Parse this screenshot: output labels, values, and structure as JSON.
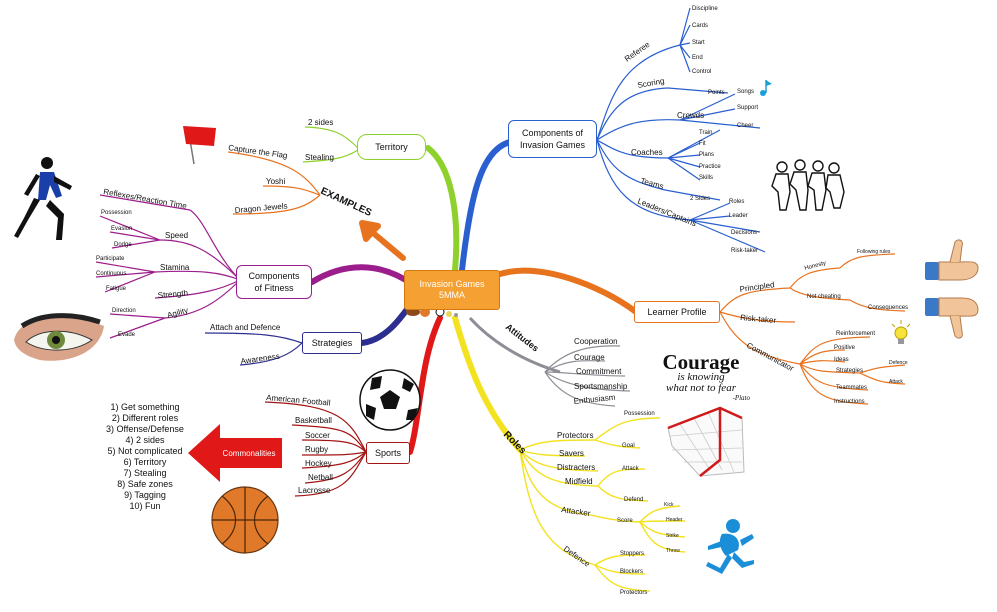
{
  "central": {
    "line1": "Invasion Games",
    "line2": "5MMA"
  },
  "nodes": {
    "components_games": {
      "line1": "Components of",
      "line2": "Invasion Games"
    },
    "territory": "Territory",
    "components_fitness": {
      "line1": "Components",
      "line2": "of Fitness"
    },
    "strategies": "Strategies",
    "sports": "Sports",
    "learner_profile": "Learner Profile",
    "examples": "EXAMPLES",
    "attitudes": "Attitudes",
    "roles": "Roles",
    "commonalities": "Commonalities"
  },
  "components_games": {
    "referee": {
      "label": "Referee",
      "items": [
        "Discipline",
        "Cards",
        "Start",
        "End",
        "Control"
      ]
    },
    "scoring": {
      "label": "Scoring",
      "items": [
        "Points"
      ]
    },
    "crowds": {
      "label": "Crowds",
      "items": [
        "Songs",
        "Support",
        "Cheer"
      ]
    },
    "coaches": {
      "label": "Coaches",
      "items": [
        "Train",
        "Fit",
        "Plans",
        "Practice",
        "Skills"
      ]
    },
    "teams": {
      "label": "Teams",
      "items": [
        "2 Sides"
      ]
    },
    "leaders": {
      "label": "Leaders/Captains",
      "items": [
        "Roles",
        "Leader",
        "Decisions",
        "Risk-taker"
      ]
    }
  },
  "territory": {
    "items": [
      "2 sides",
      "Stealing"
    ]
  },
  "examples": {
    "items": [
      "Capture the Flag",
      "Yoshi",
      "Dragon Jewels"
    ]
  },
  "fitness": {
    "reflexes": "Reflexes/Reaction Time",
    "speed": {
      "label": "Speed",
      "items": [
        "Possession",
        "Evasion",
        "Dodge"
      ]
    },
    "stamina": {
      "label": "Stamina",
      "items": [
        "Participate",
        "Continuous",
        "Fatigue"
      ]
    },
    "strength": "Strength",
    "agility": {
      "label": "Agility",
      "items": [
        "Direction",
        "Evade"
      ]
    }
  },
  "strategies": {
    "items": [
      "Attach and Defence",
      "Awareness"
    ]
  },
  "sports": {
    "items": [
      "American Football",
      "Basketball",
      "Soccer",
      "Rugby",
      "Hockey",
      "Netball",
      "Lacrosse"
    ]
  },
  "commonalities": {
    "items": [
      "1) Get something",
      "2) Different roles",
      "3) Offense/Defense",
      "4) 2 sides",
      "5) Not complicated",
      "6) Territory",
      "7) Stealing",
      "8) Safe zones",
      "9) Tagging",
      "10) Fun"
    ]
  },
  "attitudes": {
    "items": [
      "Cooperation",
      "Courage",
      "Commitment",
      "Sportsmanship",
      "Enthusiasm"
    ]
  },
  "quote": {
    "title": "Courage",
    "line1": "is knowing",
    "line2": "what not to fear",
    "author": "-Plato"
  },
  "learner_profile": {
    "principled": {
      "label": "Principled",
      "honesty": "Honesty",
      "following_rules": "Following rules",
      "not_cheating": "Not cheating",
      "consequences": "Consequences"
    },
    "risk_taker": "Risk-taker",
    "communicator": {
      "label": "Communicator",
      "items": [
        "Reinforcement",
        "Positive",
        "Ideas",
        "Strategies",
        "Teammates",
        "Instructions"
      ],
      "defence": "Defence",
      "attack": "Attack"
    }
  },
  "roles": {
    "protectors": {
      "label": "Protectors",
      "items": [
        "Possession",
        "Goal"
      ]
    },
    "savers": "Savers",
    "distracters": "Distracters",
    "midfield": {
      "label": "Midfield",
      "items": [
        "Attack",
        "Defend"
      ]
    },
    "attacker": {
      "label": "Attacker",
      "score": "Score",
      "items": [
        "Kick",
        "Header",
        "Strike",
        "Throw"
      ]
    },
    "defence": {
      "label": "Defence",
      "items": [
        "Stoppers",
        "Blockers",
        "Protectors"
      ]
    }
  },
  "icons": [
    "flag-icon",
    "runner-icon",
    "eye-icon",
    "soccer-ball-icon",
    "basketball-icon",
    "goal-net-icon",
    "team-figures-icon",
    "thumbs-up-icon",
    "thumbs-down-icon",
    "lightbulb-icon",
    "music-note-icon",
    "stick-figure-kicking-icon",
    "arrow-left-icon"
  ],
  "colors": {
    "blue": "#2a5fd0",
    "orange": "#e8731f",
    "purple": "#9c1d8c",
    "green": "#8fd12c",
    "yellow": "#f3e21f",
    "red": "#e01818",
    "navy": "#2c2f8f",
    "darkred": "#a31515",
    "gray": "#8e8e96"
  }
}
